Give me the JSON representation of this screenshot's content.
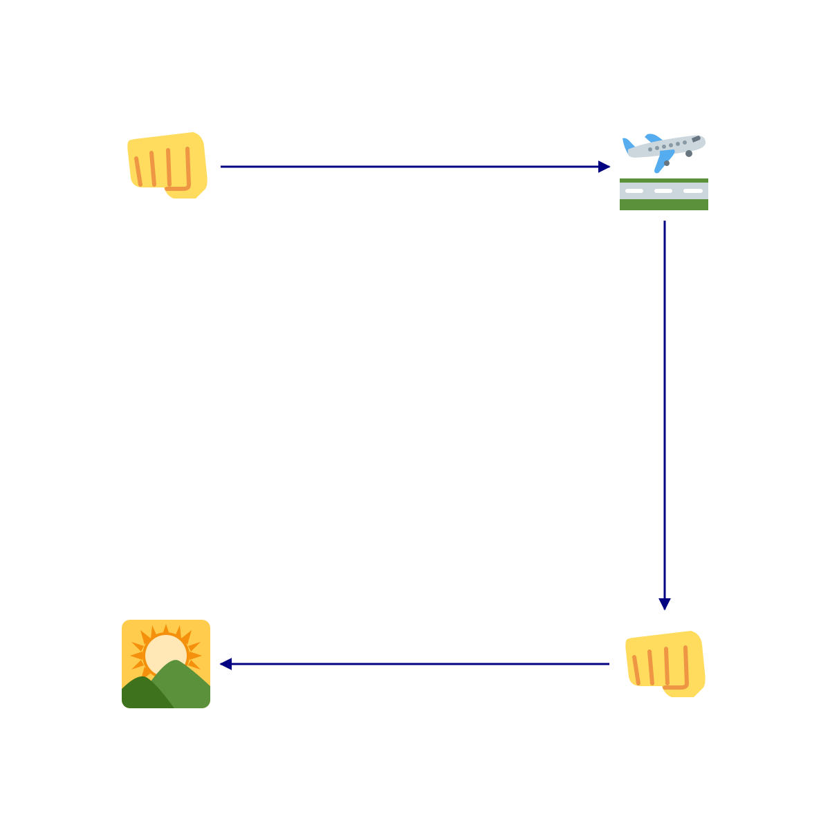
{
  "diagram": {
    "colors": {
      "background": "#ffffff",
      "arrow": "#000080",
      "fist_skin": "#FFDC5D",
      "fist_lines": "#EF9645",
      "plane_body": "#CCD6DD",
      "plane_wing": "#55ACEE",
      "plane_window": "#8899A6",
      "runway_grass": "#5C913B",
      "runway_strip": "#CCD6DD",
      "runway_marks": "#FFFFFF",
      "sunrise_sky": "#FFCC4D",
      "sunrise_rays": "#F4900C",
      "sunrise_sun": "#FFE8B6",
      "sunrise_hill_back": "#5C913B",
      "sunrise_hill_front": "#3E721D"
    },
    "nodes": [
      {
        "id": "node-1",
        "icon": "oncoming-fist-icon"
      },
      {
        "id": "node-2",
        "icon": "airplane-departure-icon"
      },
      {
        "id": "node-3",
        "icon": "oncoming-fist-icon"
      },
      {
        "id": "node-4",
        "icon": "sunrise-over-mountains-icon"
      }
    ],
    "edges": [
      {
        "from": "node-1",
        "to": "node-2"
      },
      {
        "from": "node-2",
        "to": "node-3"
      },
      {
        "from": "node-3",
        "to": "node-4"
      }
    ]
  }
}
